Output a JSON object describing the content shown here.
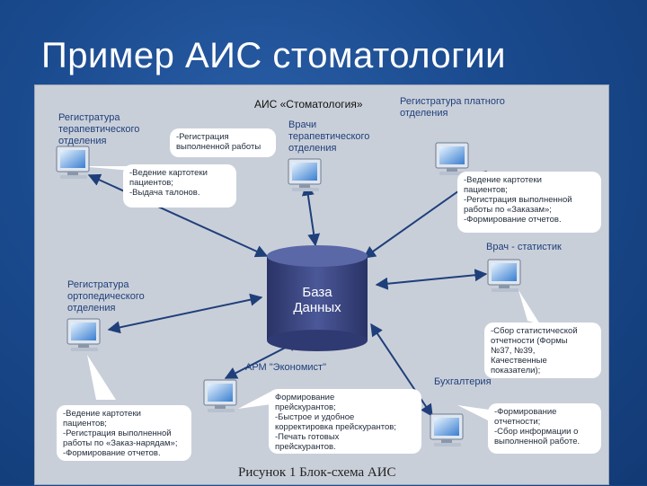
{
  "title": "Пример АИС стоматологии",
  "diagram": {
    "system_title": "АИС «Стоматология»",
    "database": "База\nДанных",
    "caption": "Рисунок 1 Блок-схема АИС",
    "nodes": {
      "reg_therapy": "Регистратура\nтерапевтического\nотделения",
      "doctors": "Врачи\nтерапевтического\nотделения",
      "reg_paid": "Регистратура платного\nотделения",
      "statistician": "Врач - статистик",
      "reg_ortho": "Регистратура\nортопедического\nотделения",
      "economist": "АРМ \"Экономист\"",
      "accounting": "Бухгалтерия"
    },
    "bubbles": {
      "doctors_tasks": "-Регистрация\nвыполненной работы",
      "reg_therapy_tasks": "-Ведение картотеки\nпациентов;\n-Выдача талонов.",
      "reg_paid_tasks": "-Ведение картотеки\nпациентов;\n-Регистрация выполненной\nработы по «Заказам»;\n-Формирование отчетов.",
      "statistician_tasks": "-Сбор статистической\nотчетности (Формы\n№37, №39,\nКачественные\nпоказатели);",
      "reg_ortho_tasks": "-Ведение картотеки\nпациентов;\n-Регистрация выполненной\nработы по «Заказ-нарядам»;\n-Формирование отчетов.",
      "economist_tasks": "Формирование\nпрейскурантов;\n-Быстрое и удобное\nкорректировка прейскурантов;\n-Печать готовых\nпрейскурантов.",
      "accounting_tasks": "-Формирование\nотчетности;\n-Сбор информации о\nвыполненной работе."
    }
  }
}
